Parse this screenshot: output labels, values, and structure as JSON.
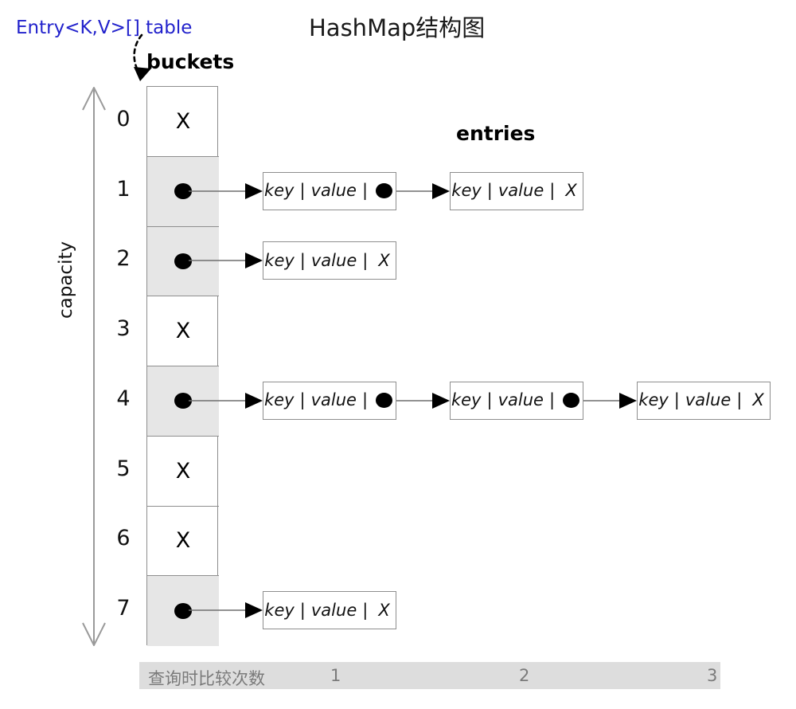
{
  "title": "HashMap结构图",
  "labels": {
    "table_ref": "Entry<K,V>[] table",
    "buckets": "buckets",
    "entries": "entries",
    "capacity": "capacity"
  },
  "colors": {
    "table_ref_color": "#2222cc",
    "bucket_filled_bg": "#e6e6e6",
    "bucket_empty_bg": "#ffffff",
    "border": "#8e8e8e",
    "footer_bar_bg": "#dddddd",
    "footer_text": "#7a7a7a",
    "dot": "#000000"
  },
  "bucket_table": {
    "null_glyph": "X",
    "dot_glyph": "filled-circle",
    "rows": [
      {
        "index": "0",
        "state": "empty",
        "cell_text": "X",
        "chain_length": 0
      },
      {
        "index": "1",
        "state": "filled",
        "cell_text": "",
        "chain_length": 2
      },
      {
        "index": "2",
        "state": "filled",
        "cell_text": "",
        "chain_length": 1
      },
      {
        "index": "3",
        "state": "empty",
        "cell_text": "X",
        "chain_length": 0
      },
      {
        "index": "4",
        "state": "filled",
        "cell_text": "",
        "chain_length": 3
      },
      {
        "index": "5",
        "state": "empty",
        "cell_text": "X",
        "chain_length": 0
      },
      {
        "index": "6",
        "state": "empty",
        "cell_text": "X",
        "chain_length": 0
      },
      {
        "index": "7",
        "state": "filled",
        "cell_text": "",
        "chain_length": 1
      }
    ]
  },
  "entry": {
    "key_label": "key",
    "value_label": "value",
    "separator": "|",
    "next_pointer_glyph": "filled-circle",
    "null_next_glyph": "X"
  },
  "chains": [
    {
      "row": "1",
      "entries": [
        {
          "key": "key",
          "value": "value",
          "next": "pointer"
        },
        {
          "key": "key",
          "value": "value",
          "next": "null"
        }
      ]
    },
    {
      "row": "2",
      "entries": [
        {
          "key": "key",
          "value": "value",
          "next": "null"
        }
      ]
    },
    {
      "row": "4",
      "entries": [
        {
          "key": "key",
          "value": "value",
          "next": "pointer"
        },
        {
          "key": "key",
          "value": "value",
          "next": "pointer"
        },
        {
          "key": "key",
          "value": "value",
          "next": "null"
        }
      ]
    },
    {
      "row": "7",
      "entries": [
        {
          "key": "key",
          "value": "value",
          "next": "null"
        }
      ]
    }
  ],
  "footer": {
    "label": "查询时比较次数",
    "counts": [
      "1",
      "2",
      "3"
    ]
  }
}
